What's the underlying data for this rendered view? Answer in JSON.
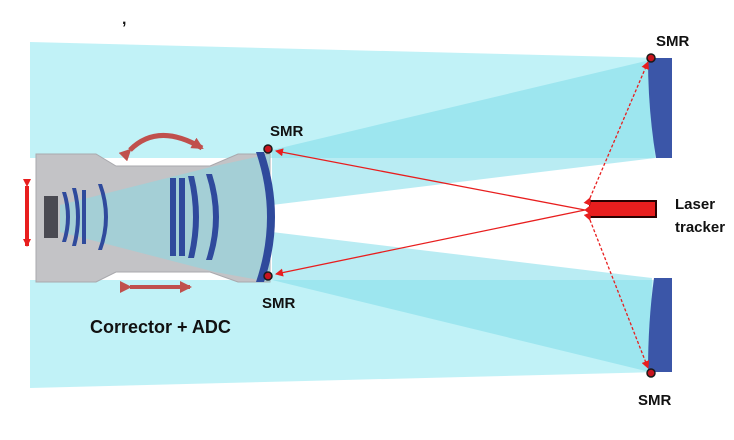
{
  "labels": {
    "smr_top_right": "SMR",
    "smr_center_top": "SMR",
    "smr_center_bottom": "SMR",
    "smr_bottom_right": "SMR",
    "laser_line1": "Laser",
    "laser_line2": "tracker",
    "corrector": "Corrector + ADC",
    "stray_mark": ","
  },
  "colors": {
    "beam": "#a6ecf4",
    "beam_dark": "#7fdde9",
    "housing": "#c3c3c6",
    "lens": "#2f4a9c",
    "laser_red": "#e81e1e",
    "motion_arrow": "#c0504d",
    "mirror": "#3b56a8"
  }
}
